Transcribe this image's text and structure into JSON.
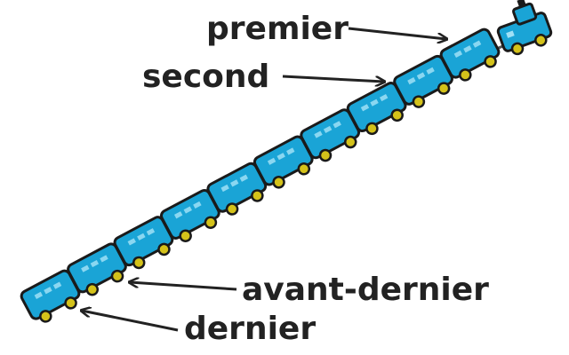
{
  "labels": {
    "premier": "premier",
    "second": "second",
    "avant_dernier": "avant-dernier",
    "dernier": "dernier"
  },
  "colors": {
    "wagon_fill": "#1aa4d6",
    "wagon_outline": "#1a1a1a",
    "window": "#9fe0f6",
    "wheel": "#d4c21a",
    "text": "#222222"
  },
  "train": {
    "wagon_count": 10
  },
  "icons": {
    "locomotive": "locomotive-icon",
    "wagon": "wagon-icon",
    "arrow": "arrow-icon"
  }
}
